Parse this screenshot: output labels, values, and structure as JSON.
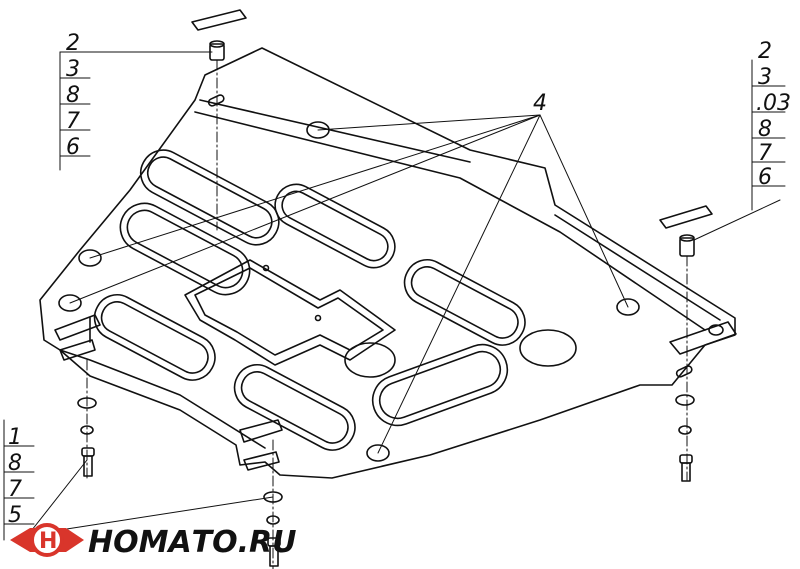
{
  "callouts": {
    "top_left": [
      "2",
      "3",
      "8",
      "7",
      "6"
    ],
    "top_right": [
      "2",
      "3",
      ".03",
      "8",
      "7",
      "6"
    ],
    "center": "4",
    "bottom_left": [
      "1",
      "8",
      "7",
      "5"
    ]
  },
  "logo": {
    "text": "НОМАТО.RU",
    "colors": {
      "red": "#d9352b",
      "dark": "#1a1a1a"
    }
  }
}
